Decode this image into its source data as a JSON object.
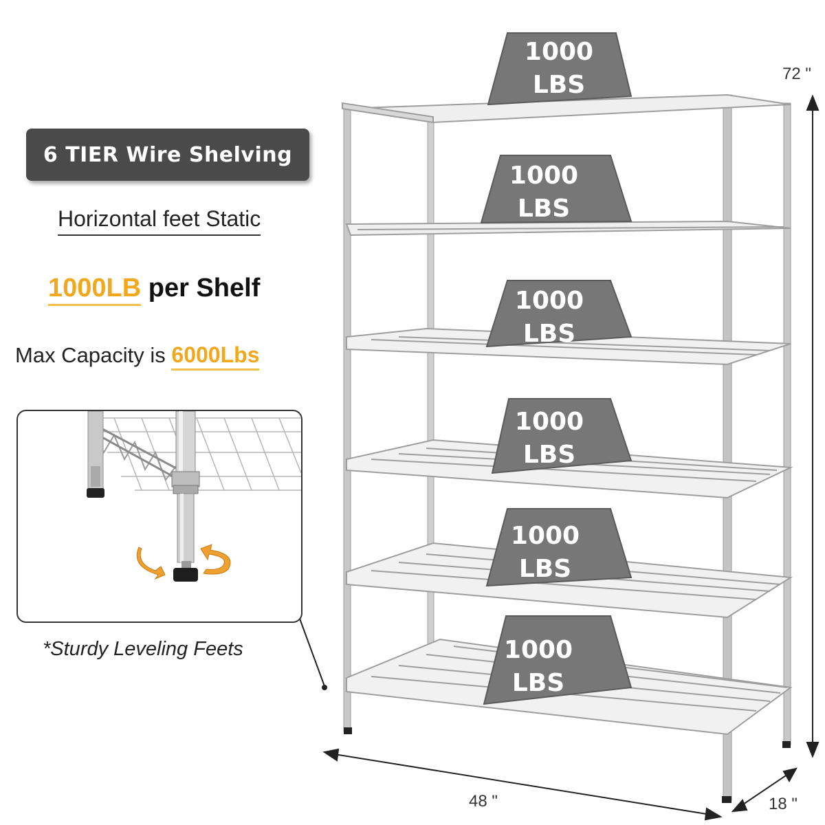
{
  "badge": {
    "label": "6 TIER Wire Shelving"
  },
  "subtitle": "Horizontal feet Static",
  "per_shelf": {
    "highlight": "1000LB",
    "rest": " per Shelf"
  },
  "max_capacity": {
    "prefix": "Max Capacity is ",
    "highlight": "6000Lbs"
  },
  "detail_caption": "*Sturdy Leveling Feets",
  "weights": [
    {
      "line1": "1000",
      "line2": "LBS"
    },
    {
      "line1": "1000",
      "line2": "LBS"
    },
    {
      "line1": "1000",
      "line2": "LBS"
    },
    {
      "line1": "1000",
      "line2": "LBS"
    },
    {
      "line1": "1000",
      "line2": "LBS"
    },
    {
      "line1": "1000",
      "line2": "LBS"
    }
  ],
  "dimensions": {
    "height": "72 \"",
    "width": "48 \"",
    "depth": "18 \""
  },
  "colors": {
    "accent": "#f2a81d",
    "badge": "#4a4a4a",
    "weight": "#777777",
    "rotate_arrow": "#f0a030"
  },
  "icons": {
    "rotation": "rotate-arrows-icon"
  }
}
